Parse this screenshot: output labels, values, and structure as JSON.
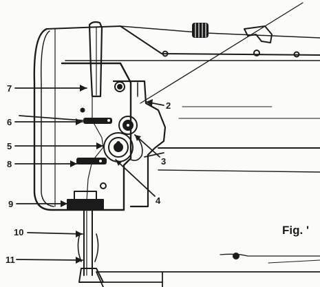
{
  "callouts": [
    {
      "id": "c1",
      "number": ""
    },
    {
      "id": "c2",
      "number": "2"
    },
    {
      "id": "c3",
      "number": "3"
    },
    {
      "id": "c4",
      "number": "4"
    },
    {
      "id": "c5",
      "number": "5"
    },
    {
      "id": "c6",
      "number": "6"
    },
    {
      "id": "c7",
      "number": "7"
    },
    {
      "id": "c8",
      "number": "8"
    },
    {
      "id": "c9",
      "number": "9"
    },
    {
      "id": "c10",
      "number": "10"
    },
    {
      "id": "c11",
      "number": "11"
    }
  ],
  "figure_label": "Fig. '",
  "colors": {
    "ink": "#1b1b1b",
    "paper": "#fbfbf8"
  }
}
